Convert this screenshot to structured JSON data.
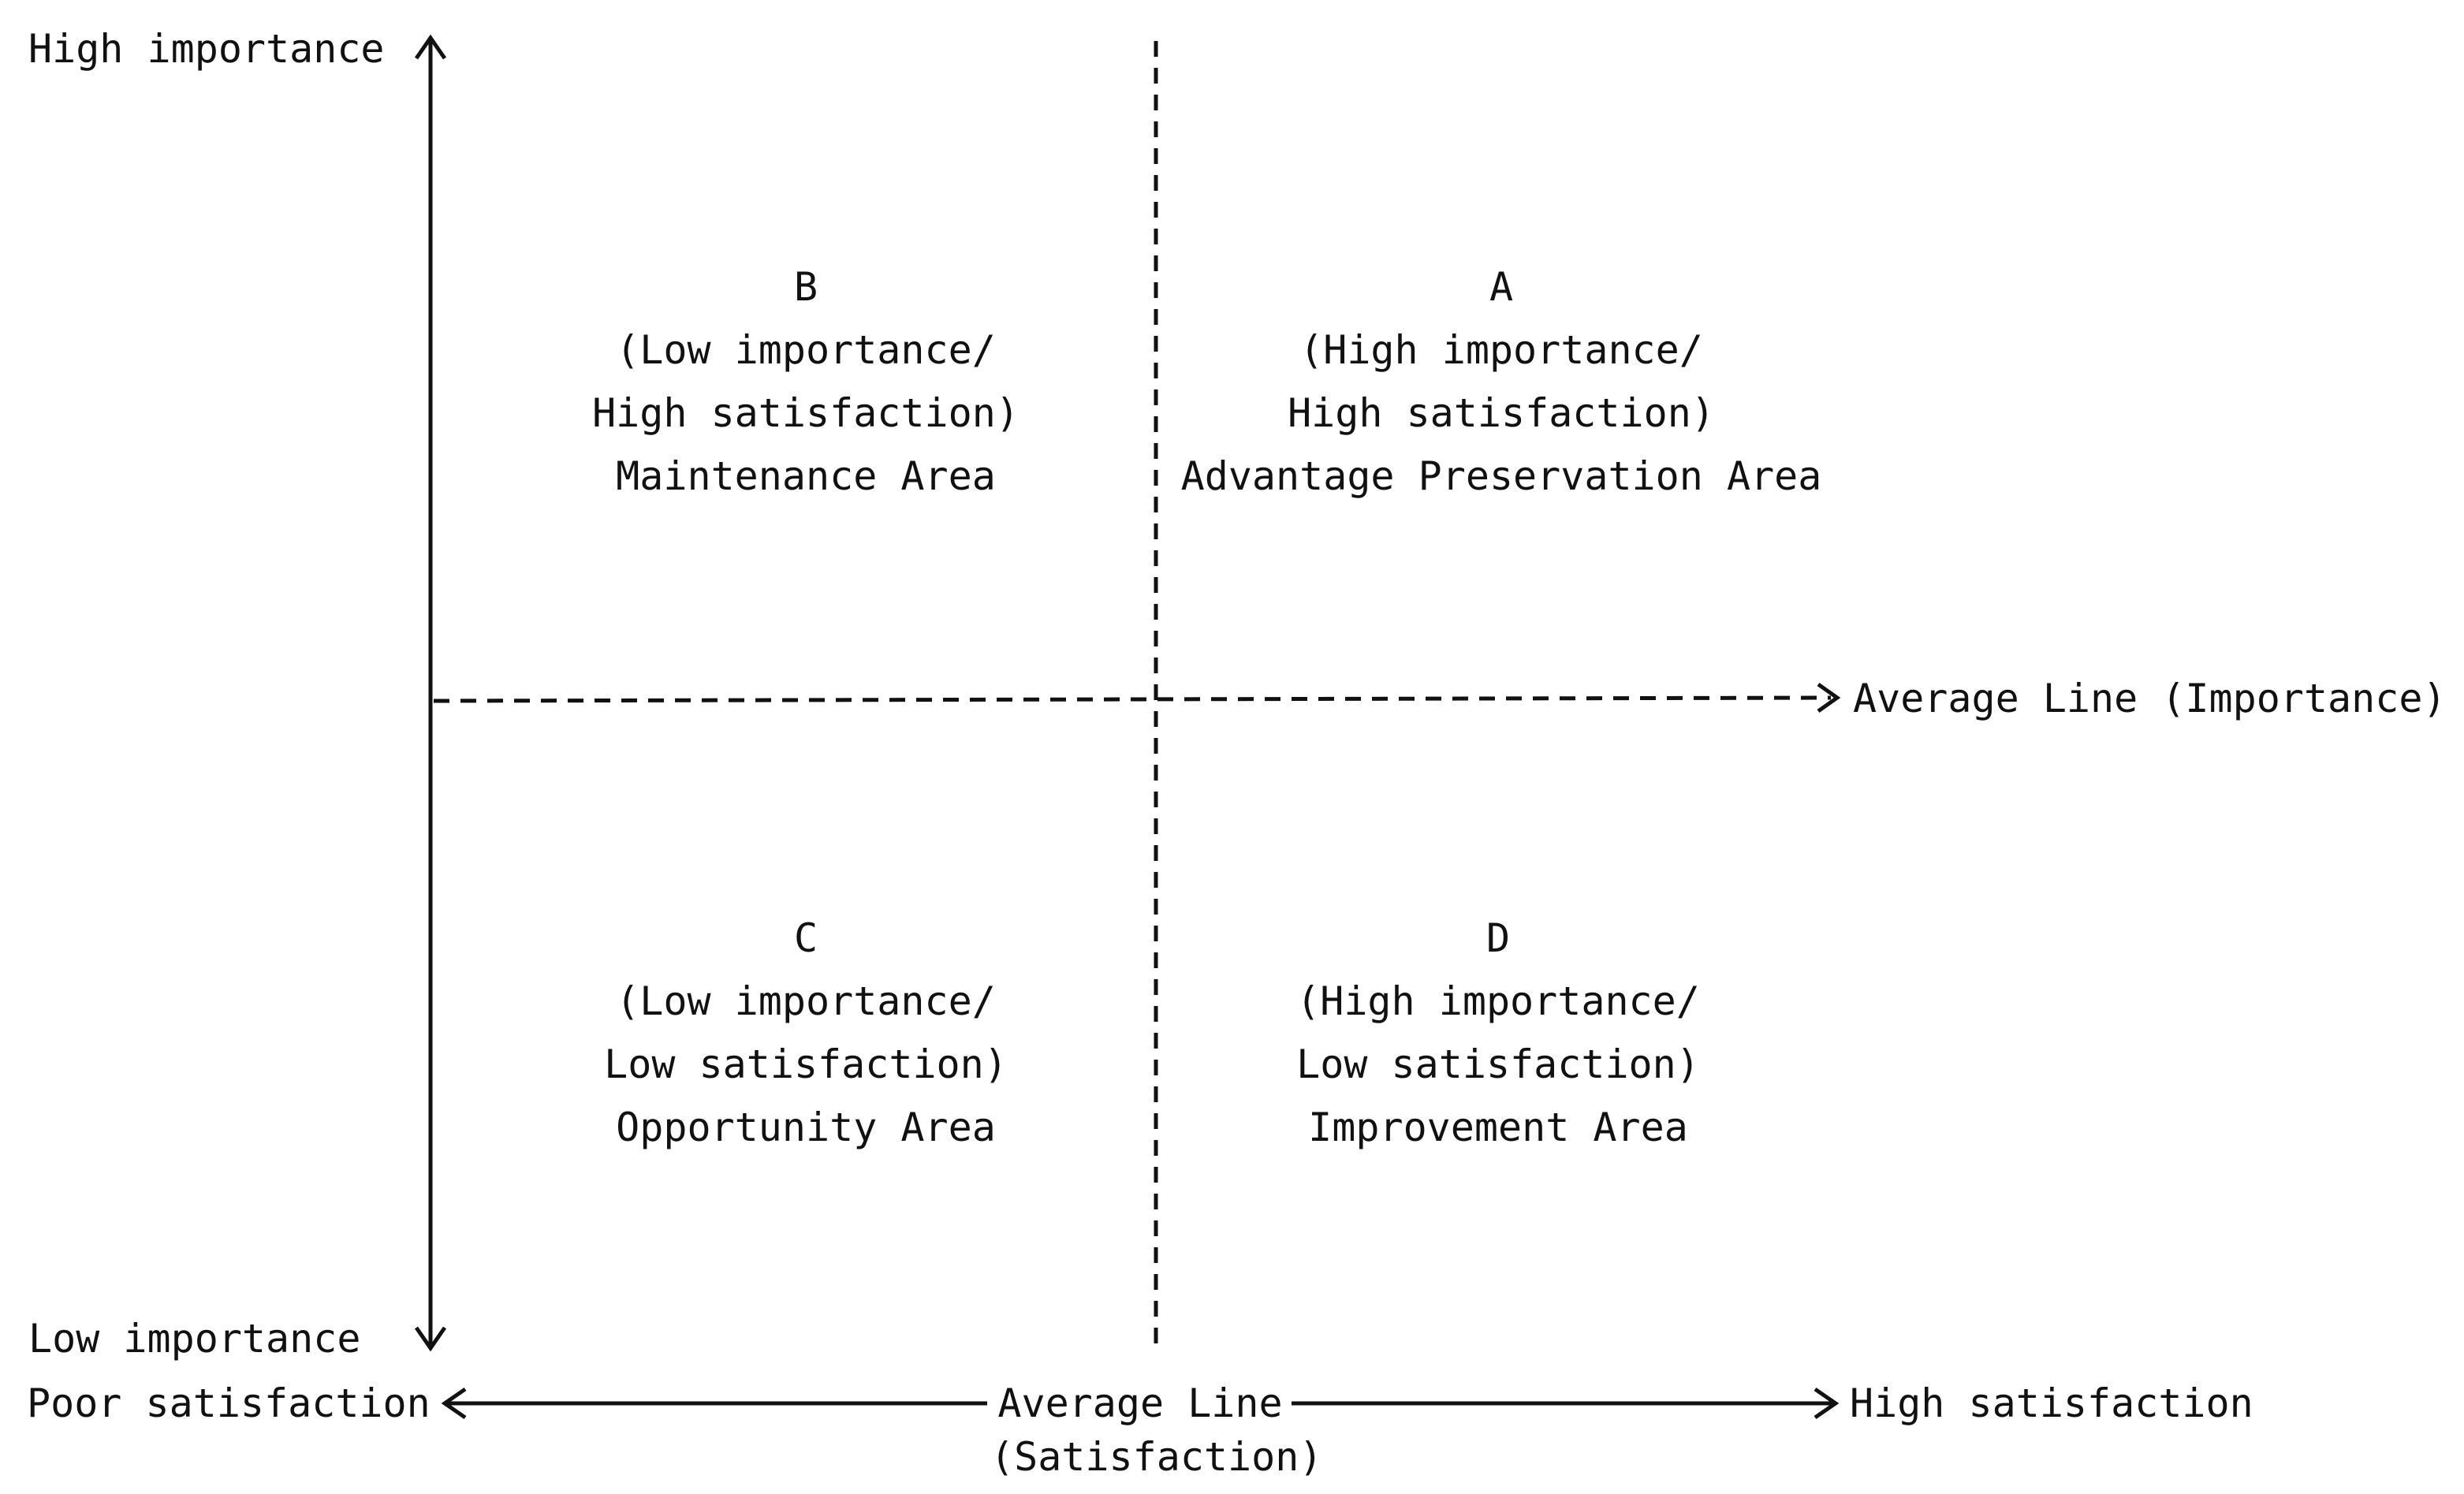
{
  "axes": {
    "y_top_label": "High importance",
    "y_bottom_label": "Low importance",
    "x_left_label": "Poor satisfaction",
    "x_right_label": "High satisfaction",
    "importance_line_label": "Average Line (Importance)",
    "satisfaction_line_label_1": "Average Line",
    "satisfaction_line_label_2": "(Satisfaction)"
  },
  "quadrants": {
    "A": {
      "letter": "A",
      "line1": "(High importance/",
      "line2": "High satisfaction)",
      "area": "Advantage Preservation Area"
    },
    "B": {
      "letter": "B",
      "line1": "(Low importance/",
      "line2": "High satisfaction)",
      "area": "Maintenance Area"
    },
    "C": {
      "letter": "C",
      "line1": "(Low importance/",
      "line2": "Low satisfaction)",
      "area": "Opportunity Area"
    },
    "D": {
      "letter": "D",
      "line1": "(High importance/",
      "line2": "Low satisfaction)",
      "area": "Improvement Area"
    }
  },
  "colors": {
    "line": "#111111",
    "background": "#ffffff"
  }
}
